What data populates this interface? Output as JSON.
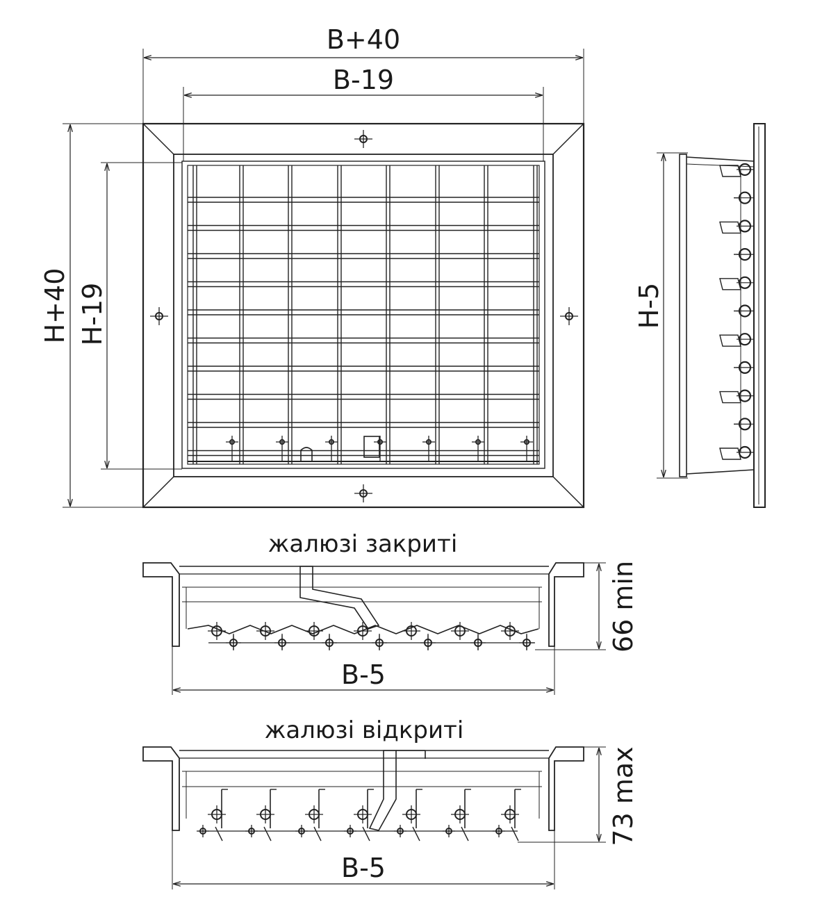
{
  "front_view": {
    "dim_outer_width": "B+40",
    "dim_inner_width": "B-19",
    "dim_outer_height": "H+40",
    "dim_inner_height": "H-19"
  },
  "side_view": {
    "dim_height": "H-5"
  },
  "section_closed": {
    "caption": "жалюзі закриті",
    "dim_depth": "66 min",
    "dim_width": "B-5"
  },
  "section_open": {
    "caption": "жалюзі відкриті",
    "dim_depth": "73 max",
    "dim_width": "B-5"
  }
}
